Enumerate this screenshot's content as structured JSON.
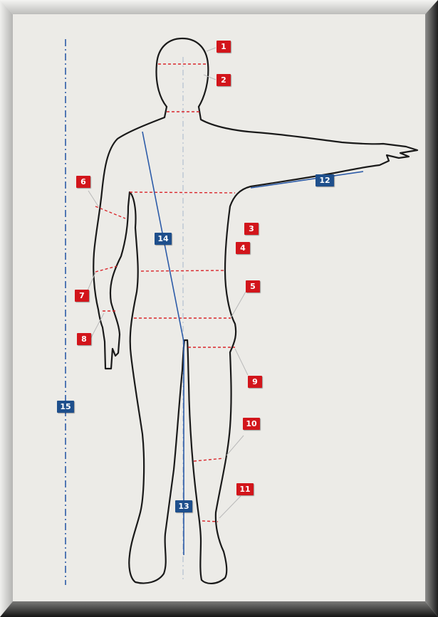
{
  "colors": {
    "red_marker": "#d2151b",
    "blue_marker": "#1e4f8c",
    "outline": "#1a1a1a",
    "blue_line": "#2c5ba8",
    "red_dash": "#d9262b",
    "panel": "#ecebe7",
    "bevel_dark": "#2a2a2a"
  },
  "markers": [
    {
      "id": "marker-1",
      "label": "1",
      "color": "red"
    },
    {
      "id": "marker-2",
      "label": "2",
      "color": "red"
    },
    {
      "id": "marker-3",
      "label": "3",
      "color": "red"
    },
    {
      "id": "marker-4",
      "label": "4",
      "color": "red"
    },
    {
      "id": "marker-5",
      "label": "5",
      "color": "red"
    },
    {
      "id": "marker-6",
      "label": "6",
      "color": "red"
    },
    {
      "id": "marker-7",
      "label": "7",
      "color": "red"
    },
    {
      "id": "marker-8",
      "label": "8",
      "color": "red"
    },
    {
      "id": "marker-9",
      "label": "9",
      "color": "red"
    },
    {
      "id": "marker-10",
      "label": "10",
      "color": "red"
    },
    {
      "id": "marker-11",
      "label": "11",
      "color": "red"
    },
    {
      "id": "marker-12",
      "label": "12",
      "color": "blue"
    },
    {
      "id": "marker-13",
      "label": "13",
      "color": "blue"
    },
    {
      "id": "marker-14",
      "label": "14",
      "color": "blue"
    },
    {
      "id": "marker-15",
      "label": "15",
      "color": "blue"
    }
  ]
}
